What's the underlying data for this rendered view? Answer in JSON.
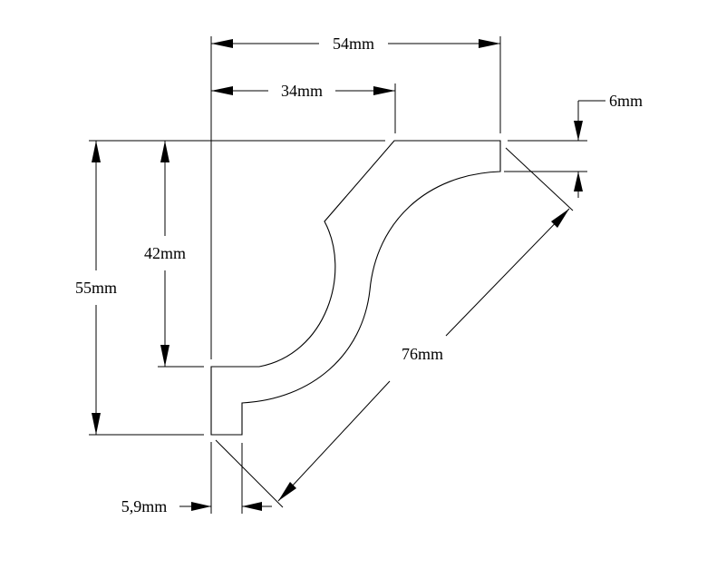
{
  "drawing": {
    "labels": {
      "width_total": "54mm",
      "width_top": "34mm",
      "height_total": "55mm",
      "height_inner": "42mm",
      "diagonal": "76mm",
      "top_thickness": "6mm",
      "bottom_thickness": "5,9mm"
    },
    "colors": {
      "ink": "#000000",
      "background": "#ffffff"
    }
  }
}
